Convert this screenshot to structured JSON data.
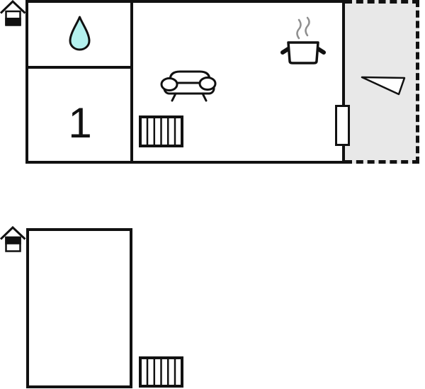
{
  "diagram": {
    "type": "floor-plan",
    "floors": [
      {
        "id": "ground-floor",
        "level_icon": "house-lower-level-icon",
        "rooms": [
          {
            "id": "bathroom",
            "icon": "water-drop-icon"
          },
          {
            "id": "bedroom",
            "number_label": "1"
          },
          {
            "id": "living-kitchen",
            "icons": [
              "sofa-icon",
              "radiator-icon",
              "cooking-pot-icon"
            ],
            "features": [
              "door"
            ]
          },
          {
            "id": "terrace",
            "icon": "direction-triangle-icon",
            "border_style": "dashed"
          }
        ]
      },
      {
        "id": "upper-floor",
        "level_icon": "house-upper-level-icon",
        "rooms": [
          {
            "id": "empty-room"
          }
        ],
        "outside_icons": [
          "radiator-icon"
        ]
      }
    ]
  },
  "labels": {
    "bedroom_number": "1"
  },
  "colors": {
    "wall": "#111111",
    "terrace_fill": "#e8e8e8",
    "water_drop_fill": "#b4f1ee",
    "steam_gray": "#8f8f8f",
    "background": "#ffffff"
  }
}
